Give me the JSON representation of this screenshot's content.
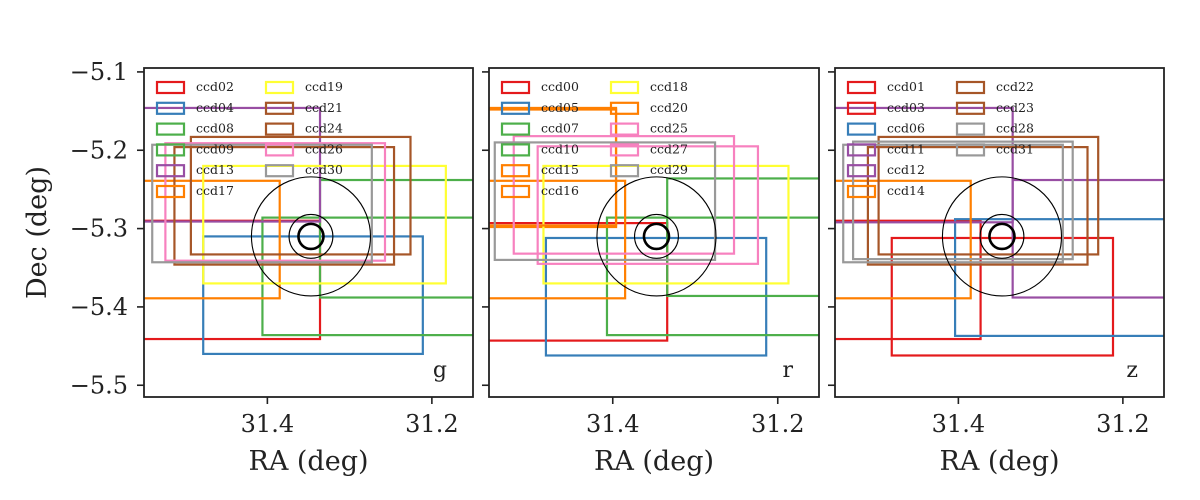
{
  "chart_data": [
    {
      "type": "scatter",
      "band": "g",
      "xlabel": "RA (deg)",
      "ylabel": "Dec (deg)",
      "xlim": [
        31.55,
        31.15
      ],
      "ylim": [
        -5.515,
        -5.095
      ],
      "xticks": [
        31.4,
        31.2
      ],
      "xtick_labels": [
        "31.4",
        "31.2"
      ],
      "yticks": [
        -5.1,
        -5.2,
        -5.3,
        -5.4,
        -5.5
      ],
      "ytick_labels": [
        "−5.1",
        "−5.2",
        "−5.3",
        "−5.4",
        "−5.5"
      ],
      "circles": {
        "center": [
          31.347,
          -5.31
        ],
        "radii": [
          0.016,
          0.028,
          0.076
        ]
      },
      "legend": {
        "placement": "upper-left",
        "columns": 2
      },
      "ccds": [
        {
          "name": "ccd02",
          "color": "#e41a1c",
          "ra": [
            31.69,
            31.336
          ],
          "dec": [
            -5.441,
            -5.29
          ]
        },
        {
          "name": "ccd04",
          "color": "#377eb8",
          "ra": [
            31.478,
            31.211
          ],
          "dec": [
            -5.46,
            -5.31
          ]
        },
        {
          "name": "ccd08",
          "color": "#4daf4a",
          "ra": [
            31.406,
            31.08
          ],
          "dec": [
            -5.436,
            -5.286
          ]
        },
        {
          "name": "ccd09",
          "color": "#4daf4a",
          "ra": [
            31.336,
            31.08
          ],
          "dec": [
            -5.388,
            -5.238
          ]
        },
        {
          "name": "ccd13",
          "color": "#984ea3",
          "ra": [
            31.69,
            31.336
          ],
          "dec": [
            -5.291,
            -5.146
          ]
        },
        {
          "name": "ccd17",
          "color": "#ff7f00",
          "ra": [
            31.69,
            31.385
          ],
          "dec": [
            -5.389,
            -5.239
          ]
        },
        {
          "name": "ccd19",
          "color": "#ffff33",
          "ra": [
            31.478,
            31.183
          ],
          "dec": [
            -5.37,
            -5.22
          ]
        },
        {
          "name": "ccd21",
          "color": "#a65628",
          "ra": [
            31.513,
            31.246
          ],
          "dec": [
            -5.346,
            -5.196
          ]
        },
        {
          "name": "ccd24",
          "color": "#a65628",
          "ra": [
            31.493,
            31.226
          ],
          "dec": [
            -5.333,
            -5.183
          ]
        },
        {
          "name": "ccd26",
          "color": "#f781bf",
          "ra": [
            31.524,
            31.257
          ],
          "dec": [
            -5.341,
            -5.191
          ]
        },
        {
          "name": "ccd30",
          "color": "#999999",
          "ra": [
            31.54,
            31.273
          ],
          "dec": [
            -5.343,
            -5.193
          ]
        }
      ]
    },
    {
      "type": "scatter",
      "band": "r",
      "xlabel": "RA (deg)",
      "ylabel": "",
      "xlim": [
        31.55,
        31.15
      ],
      "ylim": [
        -5.515,
        -5.095
      ],
      "xticks": [
        31.4,
        31.2
      ],
      "xtick_labels": [
        "31.4",
        "31.2"
      ],
      "circles": {
        "center": [
          31.347,
          -5.31
        ],
        "radii": [
          0.016,
          0.028,
          0.076
        ]
      },
      "legend": {
        "placement": "upper-left",
        "columns": 2
      },
      "ccds": [
        {
          "name": "ccd00",
          "color": "#e41a1c",
          "ra": [
            31.69,
            31.334
          ],
          "dec": [
            -5.443,
            -5.293
          ]
        },
        {
          "name": "ccd05",
          "color": "#377eb8",
          "ra": [
            31.481,
            31.214
          ],
          "dec": [
            -5.462,
            -5.312
          ]
        },
        {
          "name": "ccd07",
          "color": "#4daf4a",
          "ra": [
            31.407,
            31.08
          ],
          "dec": [
            -5.436,
            -5.286
          ]
        },
        {
          "name": "ccd10",
          "color": "#4daf4a",
          "ra": [
            31.334,
            31.08
          ],
          "dec": [
            -5.386,
            -5.236
          ]
        },
        {
          "name": "ccd15",
          "color": "#ff7f00",
          "ra": [
            31.69,
            31.385
          ],
          "dec": [
            -5.389,
            -5.239
          ]
        },
        {
          "name": "ccd16",
          "color": "#ff7f00",
          "ra": [
            31.69,
            31.396
          ],
          "dec": [
            -5.298,
            -5.148
          ]
        },
        {
          "name": "ccd18",
          "color": "#ffff33",
          "ra": [
            31.484,
            31.187
          ],
          "dec": [
            -5.37,
            -5.22
          ]
        },
        {
          "name": "ccd20",
          "color": "#ff7f00",
          "ra": [
            31.69,
            31.396
          ],
          "dec": [
            -5.296,
            -5.146
          ]
        },
        {
          "name": "ccd25",
          "color": "#f781bf",
          "ra": [
            31.491,
            31.224
          ],
          "dec": [
            -5.345,
            -5.195
          ]
        },
        {
          "name": "ccd27",
          "color": "#f781bf",
          "ra": [
            31.52,
            31.253
          ],
          "dec": [
            -5.332,
            -5.182
          ]
        },
        {
          "name": "ccd29",
          "color": "#999999",
          "ra": [
            31.543,
            31.276
          ],
          "dec": [
            -5.34,
            -5.19
          ]
        }
      ]
    },
    {
      "type": "scatter",
      "band": "z",
      "xlabel": "RA (deg)",
      "ylabel": "",
      "xlim": [
        31.55,
        31.15
      ],
      "ylim": [
        -5.515,
        -5.095
      ],
      "xticks": [
        31.4,
        31.2
      ],
      "xtick_labels": [
        "31.4",
        "31.2"
      ],
      "circles": {
        "center": [
          31.347,
          -5.31
        ],
        "radii": [
          0.016,
          0.028,
          0.076
        ]
      },
      "legend": {
        "placement": "upper-left",
        "columns": 2
      },
      "ccds": [
        {
          "name": "ccd01",
          "color": "#e41a1c",
          "ra": [
            31.69,
            31.373
          ],
          "dec": [
            -5.441,
            -5.29
          ]
        },
        {
          "name": "ccd03",
          "color": "#e41a1c",
          "ra": [
            31.481,
            31.212
          ],
          "dec": [
            -5.462,
            -5.312
          ]
        },
        {
          "name": "ccd06",
          "color": "#377eb8",
          "ra": [
            31.404,
            31.08
          ],
          "dec": [
            -5.437,
            -5.288
          ]
        },
        {
          "name": "ccd11",
          "color": "#984ea3",
          "ra": [
            31.69,
            31.334
          ],
          "dec": [
            -5.292,
            -5.146
          ]
        },
        {
          "name": "ccd12",
          "color": "#984ea3",
          "ra": [
            31.334,
            31.08
          ],
          "dec": [
            -5.388,
            -5.238
          ]
        },
        {
          "name": "ccd14",
          "color": "#ff7f00",
          "ra": [
            31.69,
            31.385
          ],
          "dec": [
            -5.389,
            -5.239
          ]
        },
        {
          "name": "ccd22",
          "color": "#a65628",
          "ra": [
            31.51,
            31.243
          ],
          "dec": [
            -5.346,
            -5.196
          ]
        },
        {
          "name": "ccd23",
          "color": "#a65628",
          "ra": [
            31.497,
            31.23
          ],
          "dec": [
            -5.333,
            -5.183
          ]
        },
        {
          "name": "ccd28",
          "color": "#999999",
          "ra": [
            31.54,
            31.273
          ],
          "dec": [
            -5.343,
            -5.193
          ]
        },
        {
          "name": "ccd31",
          "color": "#999999",
          "ra": [
            31.528,
            31.261
          ],
          "dec": [
            -5.339,
            -5.189
          ]
        }
      ]
    }
  ]
}
